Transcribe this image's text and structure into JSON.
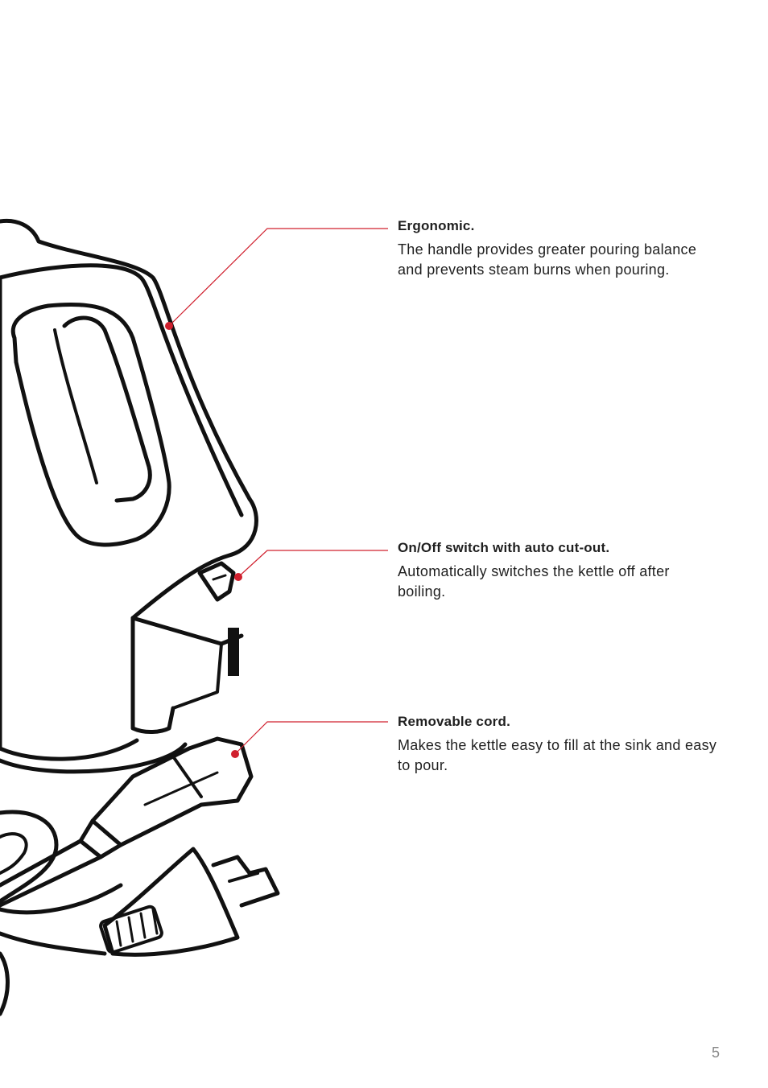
{
  "callouts": [
    {
      "title": "Ergonomic.",
      "body": "The handle provides greater pouring balance and prevents steam burns when pouring."
    },
    {
      "title": "On/Off switch with auto cut-out.",
      "body": "Automatically switches the kettle off after boiling."
    },
    {
      "title": "Removable cord.",
      "body": "Makes the kettle easy to fill at the sink and easy to pour."
    }
  ],
  "page_number": "5",
  "colors": {
    "leader_line": "#d0202e",
    "text": "#1f1f1f",
    "page_number": "#8a8a8a"
  }
}
